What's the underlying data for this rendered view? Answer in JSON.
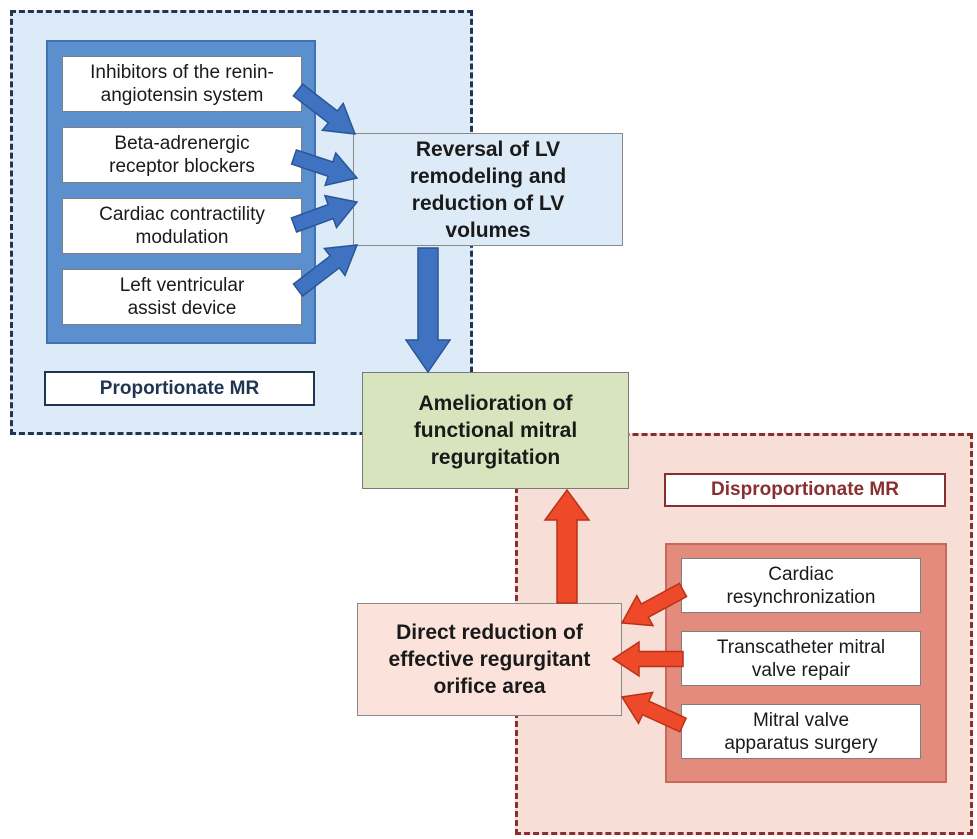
{
  "left_region": {
    "items": [
      "Inhibitors of the renin-\nangiotensin system",
      "Beta-adrenergic\nreceptor blockers",
      "Cardiac contractility\nmodulation",
      "Left ventricular\nassist device"
    ],
    "label": "Proportionate MR"
  },
  "right_region": {
    "items": [
      "Cardiac\nresynchronization",
      "Transcatheter mitral\nvalve repair",
      "Mitral valve\napparatus surgery"
    ],
    "label": "Disproportionate MR"
  },
  "boxes": {
    "reversal": "Reversal of LV\nremodeling and\nreduction of LV\nvolumes",
    "amelioration": "Amelioration of\nfunctional mitral\nregurgitation",
    "direct": "Direct reduction of\neffective regurgitant\norifice area"
  },
  "colors": {
    "blue_arrow": "#3f73c2",
    "red_arrow": "#ee4a2a"
  }
}
